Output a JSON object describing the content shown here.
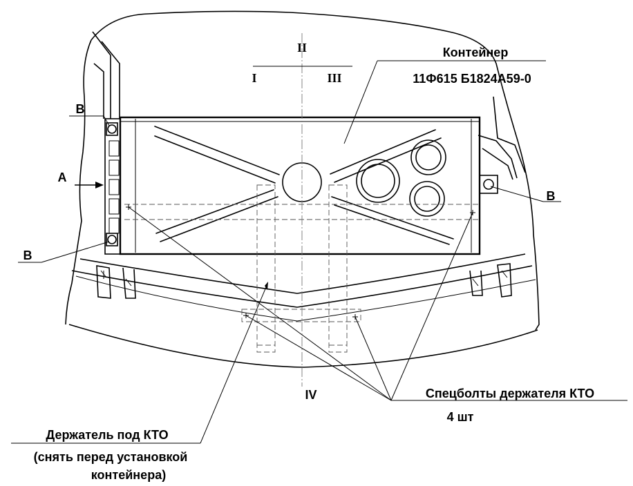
{
  "sections": {
    "top": "II",
    "left": "I",
    "right": "III",
    "bottom": "IV"
  },
  "container": {
    "title": "Контейнер",
    "code": "11Ф615  Б1824А59-0"
  },
  "callouts": {
    "view_a": "А",
    "b_top_left": "В",
    "b_bottom_left": "В",
    "b_right": "В"
  },
  "holder": {
    "title": "Держатель под КТО",
    "note_line1": "(снять перед  установкой",
    "note_line2": "контейнера)"
  },
  "bolts": {
    "title": "Спецболты держателя КТО",
    "count": "4 шт"
  }
}
